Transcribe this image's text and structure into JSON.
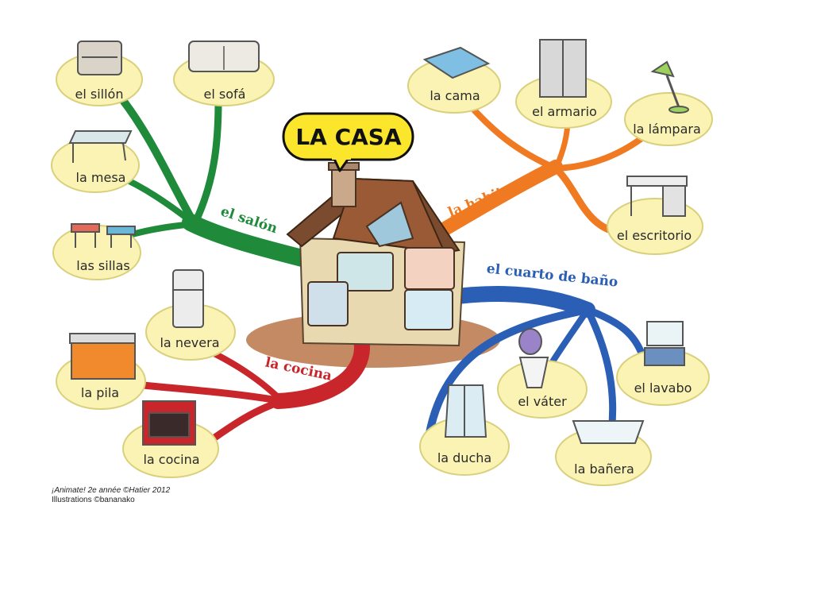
{
  "title": "LA CASA",
  "colors": {
    "salon": "#1f8a3a",
    "habitacion": "#f07a22",
    "bano": "#2a5fb5",
    "cocina": "#c8262b",
    "bubble": "#fbf3b4",
    "title_bubble": "#fbe62c"
  },
  "branches": {
    "salon": {
      "label": "el salón",
      "items": [
        "el sillón",
        "el sofá",
        "la mesa",
        "las sillas"
      ]
    },
    "habitacion": {
      "label": "la habitación",
      "items": [
        "la cama",
        "el armario",
        "la lámpara",
        "el escritorio"
      ]
    },
    "bano": {
      "label": "el cuarto de baño",
      "items": [
        "el lavabo",
        "el váter",
        "la ducha",
        "la bañera"
      ]
    },
    "cocina": {
      "label": "la cocina",
      "items": [
        "la nevera",
        "la pila",
        "la cocina"
      ]
    }
  },
  "credit": {
    "line1": "¡Animate! 2e année ©Hatier 2012",
    "line2": "Illustrations ©bananako"
  }
}
